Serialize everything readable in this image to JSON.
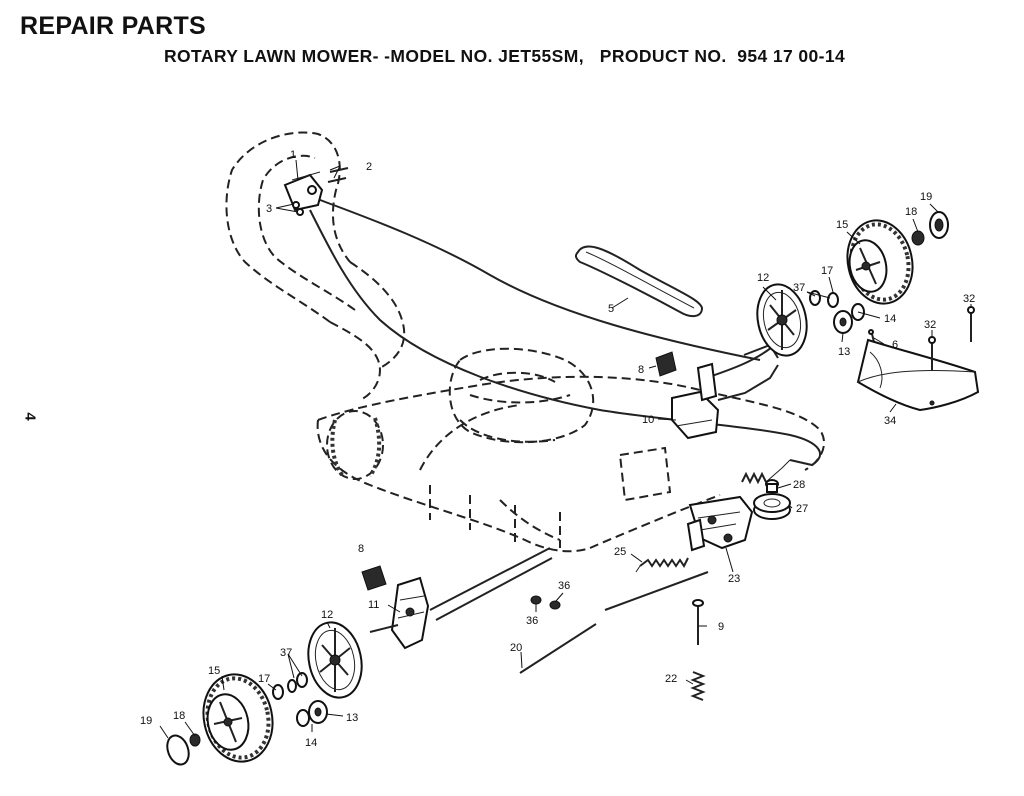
{
  "header": {
    "title": "REPAIR PARTS",
    "subtitle": "ROTARY LAWN MOWER- -MODEL NO. JET55SM,   PRODUCT NO.  954 17 00-14"
  },
  "page_number": "4",
  "callouts": {
    "c1": "1",
    "c2": "2",
    "c3": "3",
    "c5": "5",
    "c6": "6",
    "c8a": "8",
    "c8b": "8",
    "c9": "9",
    "c10": "10",
    "c11": "11",
    "c12a": "12",
    "c12b": "12",
    "c13a": "13",
    "c13b": "13",
    "c14a": "14",
    "c14b": "14",
    "c15a": "15",
    "c15b": "15",
    "c17a": "17",
    "c17b": "17",
    "c18a": "18",
    "c18b": "18",
    "c19a": "19",
    "c19b": "19",
    "c20": "20",
    "c22": "22",
    "c23": "23",
    "c25": "25",
    "c27": "27",
    "c28": "28",
    "c32a": "32",
    "c32b": "32",
    "c34": "34",
    "c36a": "36",
    "c36b": "36",
    "c37a": "37",
    "c37b": "37"
  }
}
